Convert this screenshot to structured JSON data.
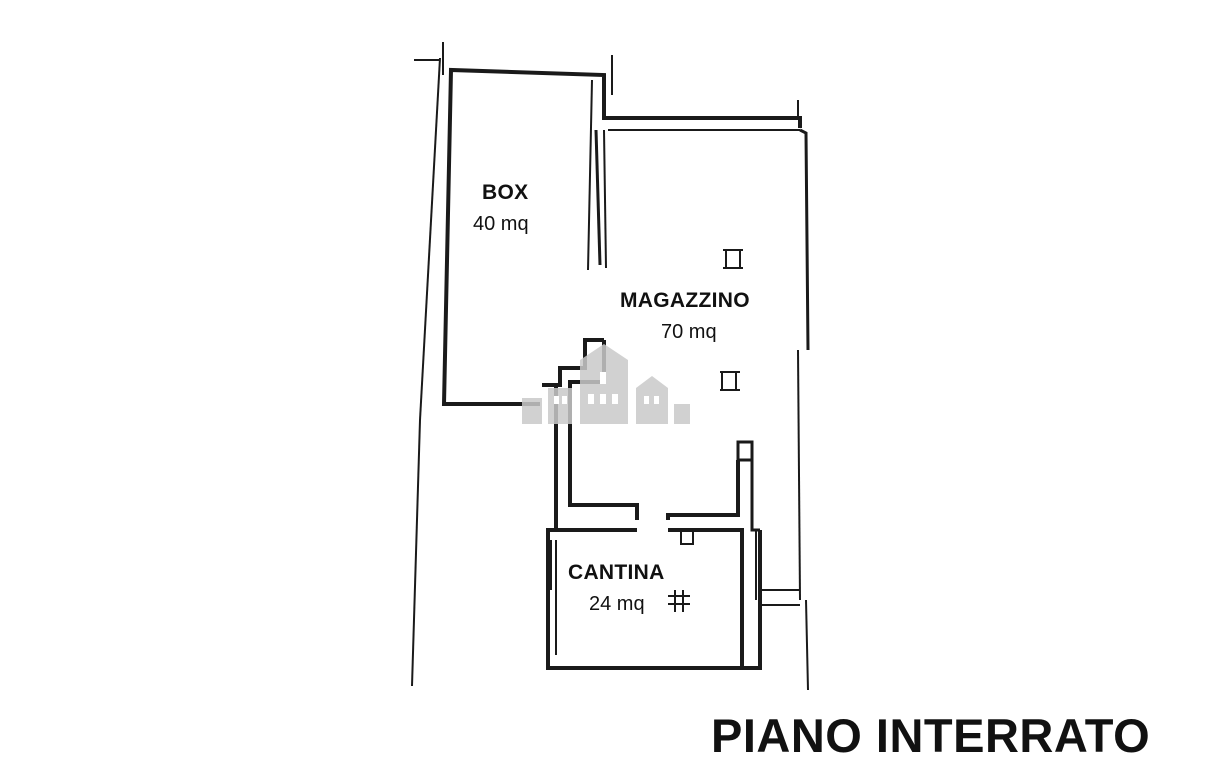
{
  "floor_plan": {
    "title": "PIANO INTERRATO",
    "rooms": [
      {
        "name": "BOX",
        "area": "40 mq"
      },
      {
        "name": "MAGAZZINO",
        "area": "70 mq"
      },
      {
        "name": "CANTINA",
        "area": "24 mq"
      }
    ],
    "colors": {
      "wall": "#1a1a1a",
      "watermark": "#c9c9c9",
      "background": "#ffffff"
    }
  }
}
